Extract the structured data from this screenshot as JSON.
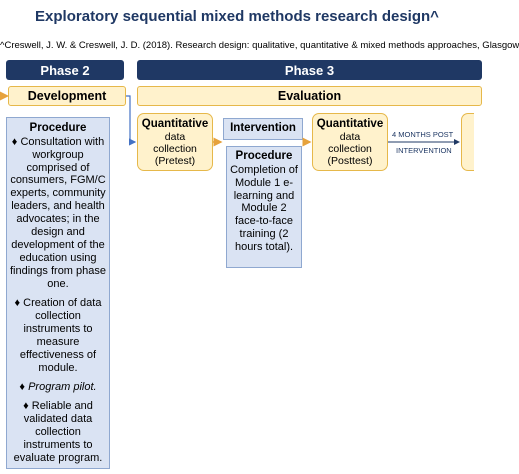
{
  "title": "Exploratory sequential mixed methods research design^",
  "citation": "^Creswell, J. W. & Creswell, J. D. (2018). Research design: qualitative, quantitative & mixed methods approaches, Glasgow",
  "phases": {
    "phase2": "Phase 2",
    "phase3": "Phase 3"
  },
  "development": "Development",
  "evaluation": "Evaluation",
  "procedure_left": {
    "heading": "Procedure",
    "p1": "♦ Consultation with workgroup comprised of consumers, FGM/C experts, community leaders, and health advocates; in the design and development of the education using findings from phase one.",
    "p2": "♦ Creation of data collection instruments to measure effectiveness of module.",
    "p3": "♦ Program pilot.",
    "p4": "♦ Reliable and validated data collection instruments to evaluate program."
  },
  "pretest": {
    "bold": "Quantitative",
    "line1": "data",
    "line2": "collection",
    "line3": "(Pretest)"
  },
  "intervention": "Intervention",
  "procedure_mid": {
    "heading": "Procedure",
    "text": "Completion of Module 1 e-learning and Module 2 face-to-face training (2 hours total)."
  },
  "posttest": {
    "bold": "Quantitative",
    "line1": "data",
    "line2": "collection",
    "line3": "(Posttest)"
  },
  "arrow_label": {
    "top": "4 MONTHS POST",
    "bottom": "INTERVENTION"
  },
  "colors": {
    "navy": "#1f3864",
    "band": "#fff2cc",
    "gold": "#e6b84a",
    "blue_box": "#dae3f3",
    "arrow": "#4472c4"
  }
}
